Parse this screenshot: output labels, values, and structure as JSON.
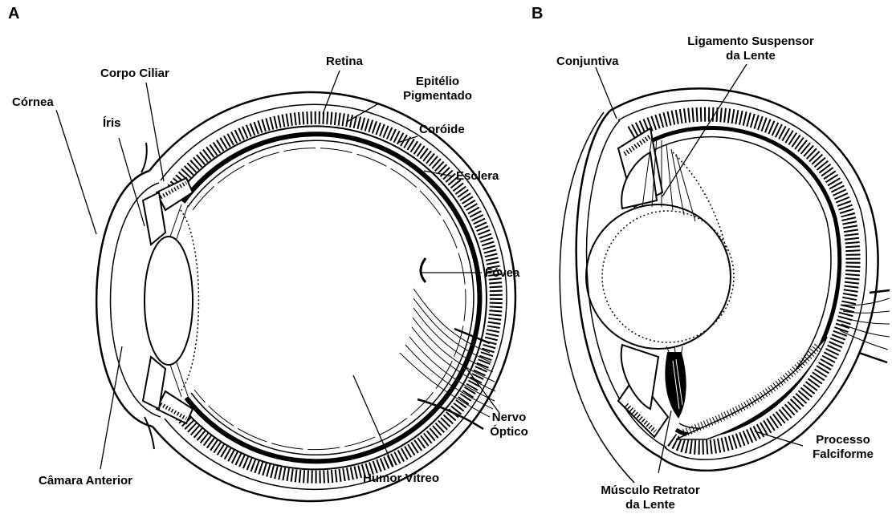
{
  "colors": {
    "ink": "#000000",
    "paper": "#ffffff"
  },
  "panel_a": {
    "letter": "A",
    "labels": {
      "cornea": "Córnea",
      "iris": "Íris",
      "ciliary_body": "Corpo Ciliar",
      "retina": "Retina",
      "pigment_epithelium_1": "Epitélio",
      "pigment_epithelium_2": "Pigmentado",
      "choroid": "Coróide",
      "sclera": "Esclera",
      "fovea": "Fóvea",
      "optic_nerve_1": "Nervo",
      "optic_nerve_2": "Óptico",
      "vitreous": "Humor Vítreo",
      "anterior_chamber": "Câmara Anterior"
    }
  },
  "panel_b": {
    "letter": "B",
    "labels": {
      "conjunctiva": "Conjuntiva",
      "suspensory_ligament_1": "Ligamento Suspensor",
      "suspensory_ligament_2": "da Lente",
      "falciform_1": "Processo",
      "falciform_2": "Falciforme",
      "retractor_1": "Músculo Retrator",
      "retractor_2": "da Lente"
    }
  }
}
